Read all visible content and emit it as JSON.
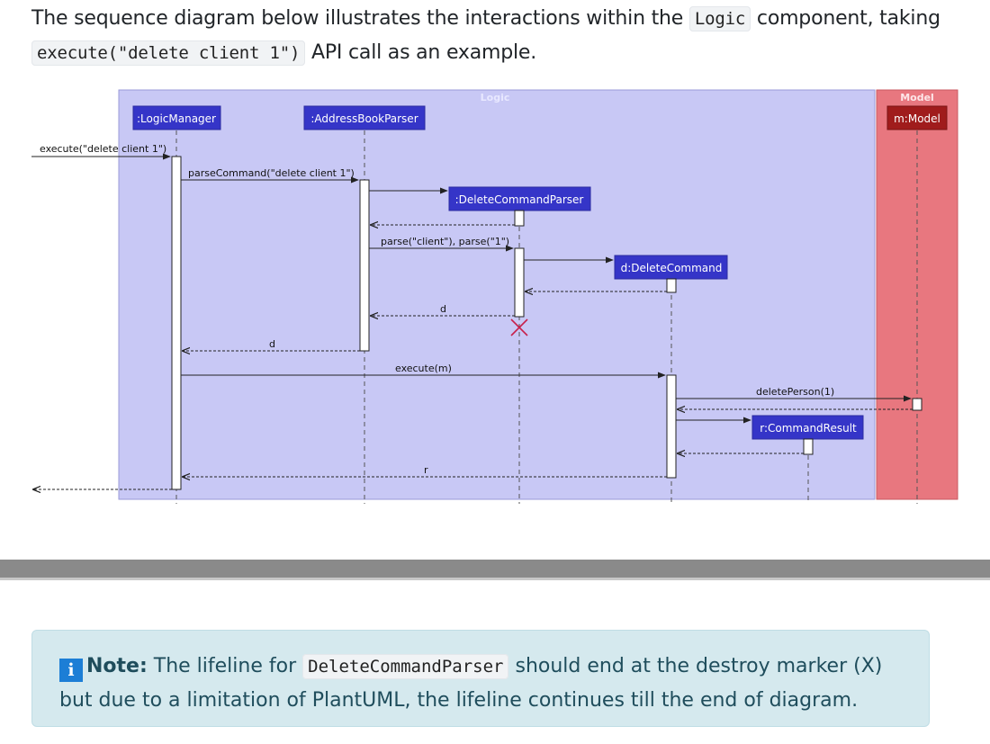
{
  "intro": {
    "text_1": "The sequence diagram below illustrates the interactions within the",
    "code_logic": "Logic",
    "text_2": "component, taking",
    "code_execute": "execute(\"delete client 1\")",
    "text_3": "API call as an example."
  },
  "diagram": {
    "logic_box_title": "Logic",
    "model_box_title": "Model",
    "participants": {
      "logic_manager": ":LogicManager",
      "address_book_parser": ":AddressBookParser",
      "delete_command_parser": ":DeleteCommandParser",
      "delete_command": "d:DeleteCommand",
      "command_result": "r:CommandResult",
      "model": "m:Model"
    },
    "messages": {
      "execute_call": "execute(\"delete client 1\")",
      "parse_command": "parseCommand(\"delete client 1\")",
      "parse_args": "parse(\"client\"), parse(\"1\")",
      "return_d_1": "d",
      "return_d_2": "d",
      "execute_m": "execute(m)",
      "delete_person": "deletePerson(1)",
      "return_r": "r"
    },
    "colors": {
      "logic_bg": "#c8c8f5",
      "model_bg": "#e8777f",
      "participant_box": "#3535c8",
      "model_participant_box": "#a01c1c",
      "destroy_marker": "#c8204b"
    }
  },
  "note": {
    "icon": "info-icon",
    "label": "Note:",
    "text_1": "The lifeline for",
    "code": "DeleteCommandParser",
    "text_2": "should end at the destroy marker (X) but due to a limitation of PlantUML, the lifeline continues till the end of diagram."
  }
}
